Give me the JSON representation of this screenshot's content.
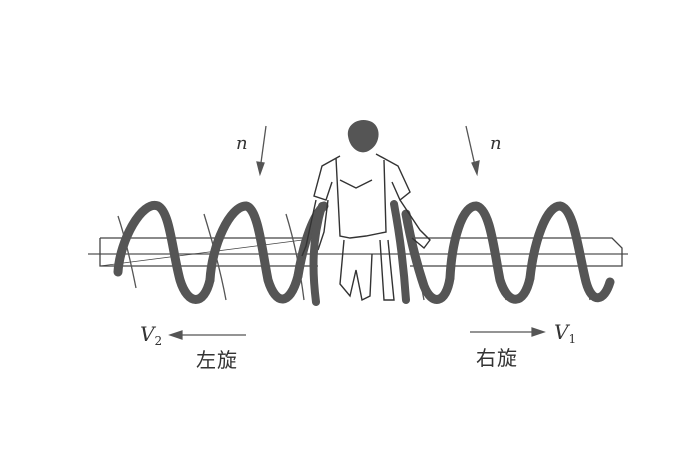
{
  "labels": {
    "n_left": "n",
    "n_right": "n",
    "v_left_main": "V",
    "v_left_sub": "2",
    "v_right_main": "V",
    "v_right_sub": "1",
    "left_text": "左旋",
    "right_text": "右旋"
  },
  "colors": {
    "helix": "#555555",
    "line": "#444444",
    "figure_hair": "#555555"
  },
  "icons": [
    "arrow-left-icon",
    "arrow-right-icon",
    "rotation-arrow-icon"
  ]
}
